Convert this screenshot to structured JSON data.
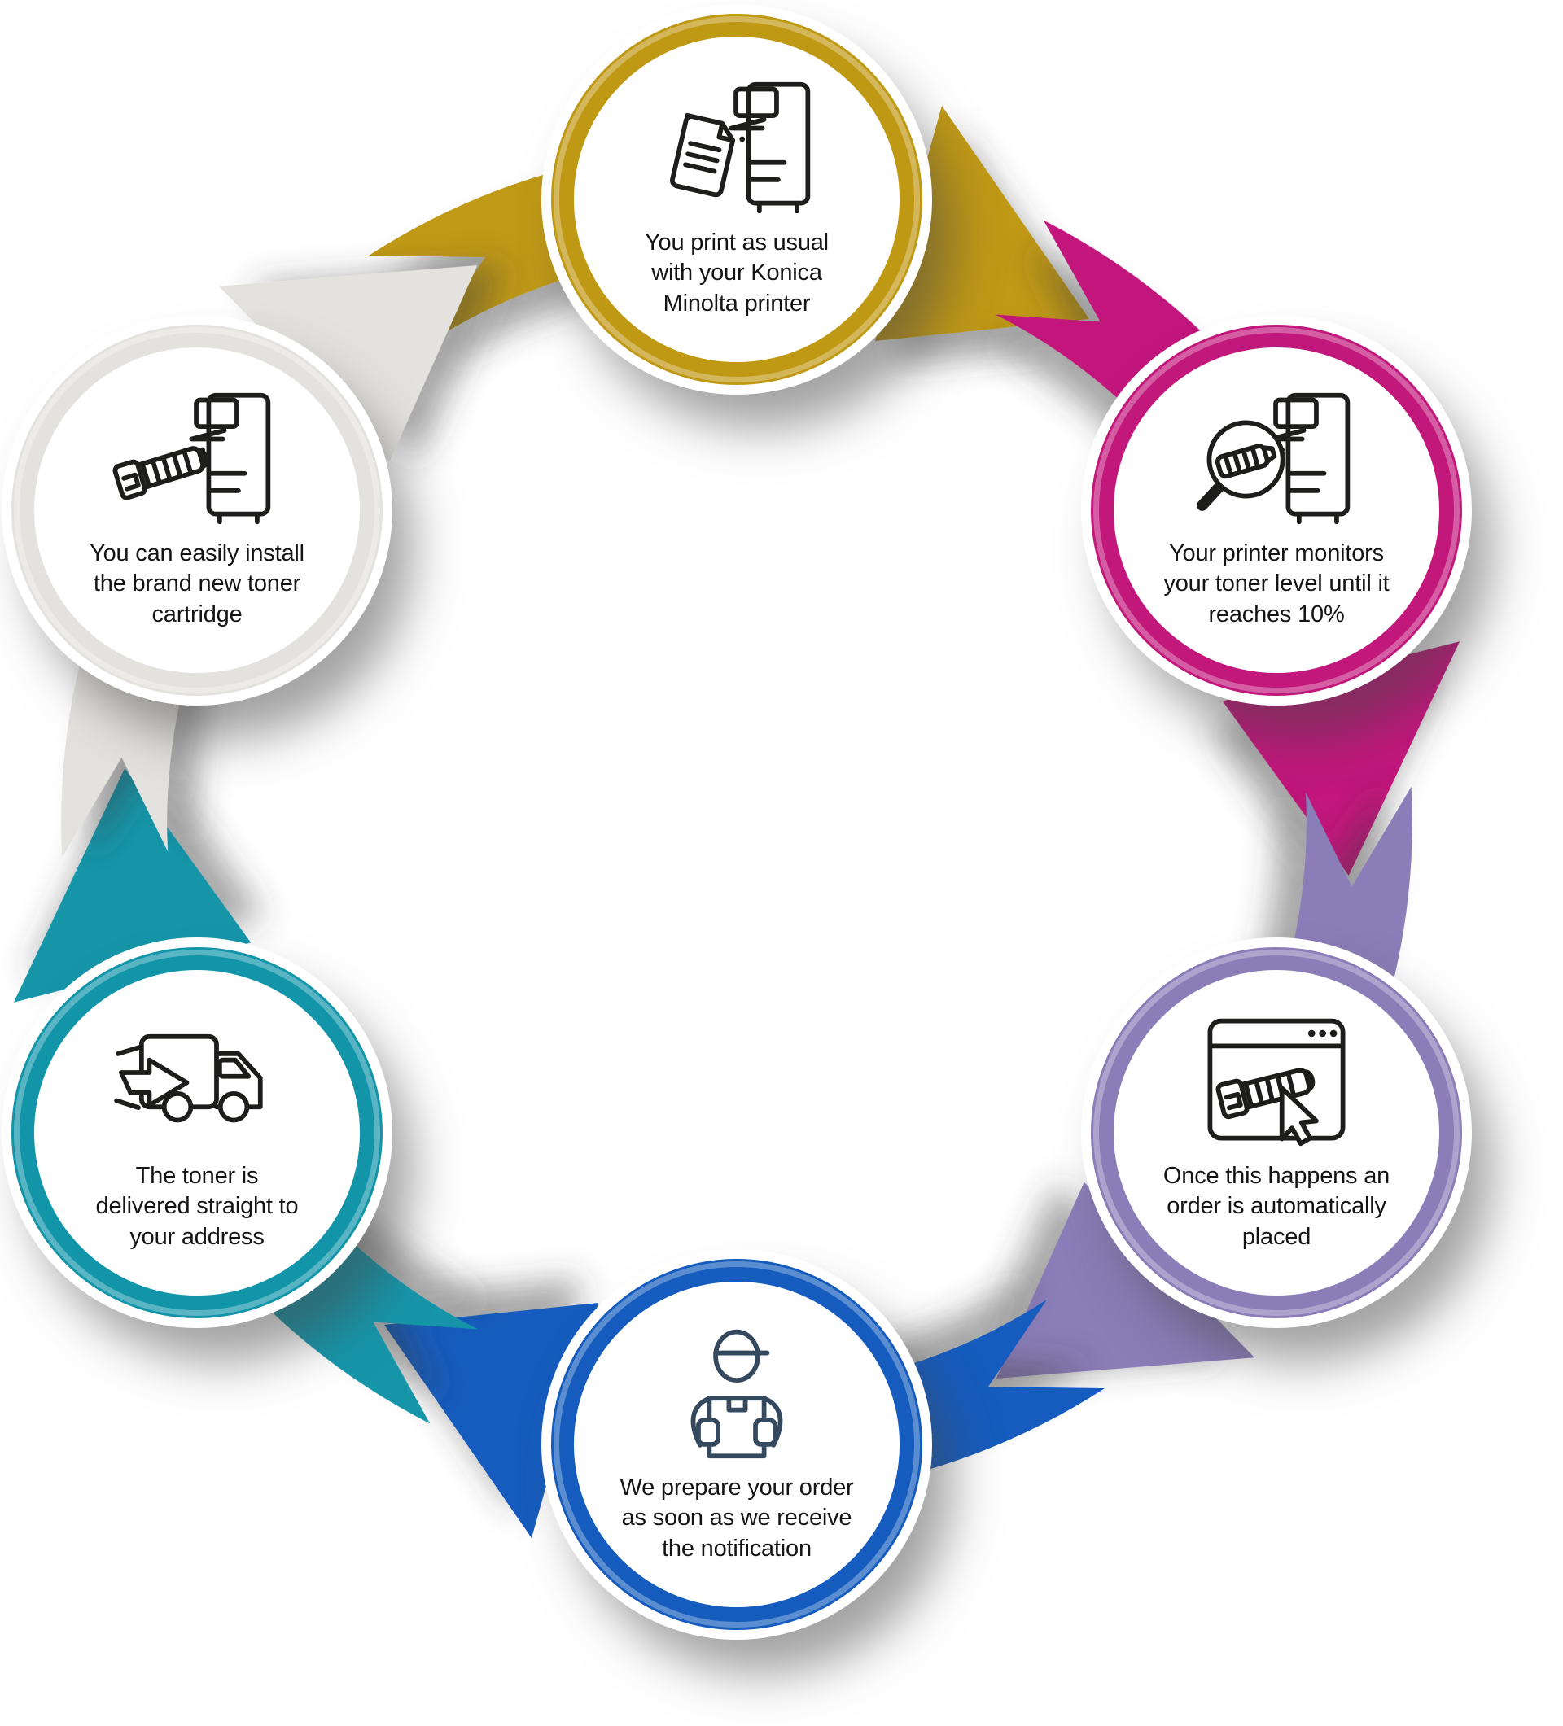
{
  "diagram": {
    "steps": [
      {
        "id": "print",
        "label": "You print as usual with your Konica Minolta printer",
        "color": "#C09914",
        "icon": "printer-document-icon"
      },
      {
        "id": "monitor",
        "label": "Your printer monitors your toner level until it reaches 10%",
        "color": "#C2187B",
        "icon": "toner-magnifier-icon"
      },
      {
        "id": "order",
        "label": "Once this happens an order is automatically placed",
        "color": "#8A7DB8",
        "icon": "online-order-icon"
      },
      {
        "id": "prepare",
        "label": "We prepare your order as soon as we receive the notification",
        "color": "#155CBE",
        "icon": "courier-box-icon"
      },
      {
        "id": "deliver",
        "label": "The toner is delivered straight to your address",
        "color": "#1295A9",
        "icon": "delivery-truck-icon"
      },
      {
        "id": "install",
        "label": "You can easily install the brand new toner cartridge",
        "color": "#E4E2DE",
        "icon": "toner-install-icon"
      }
    ],
    "icon_colors": {
      "default": "#1D1D1B",
      "courier": "#35495E"
    },
    "background": "#FFFFFF",
    "text_color": "#141414"
  }
}
